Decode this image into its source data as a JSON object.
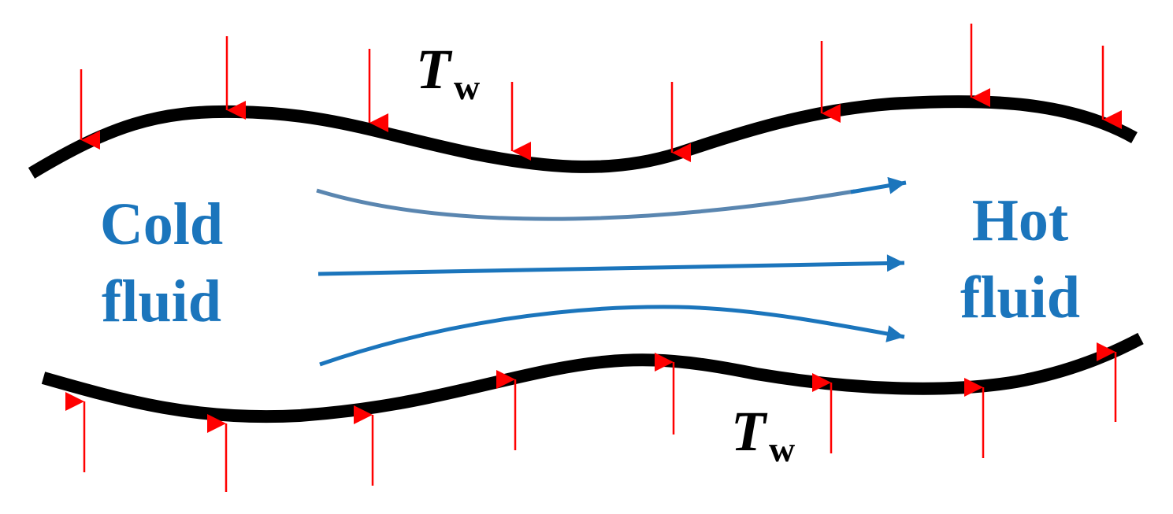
{
  "labels": {
    "inlet_line1": "Cold",
    "inlet_line2": "fluid",
    "outlet_line1": "Hot",
    "outlet_line2": "fluid",
    "wall_temp_symbol": "T",
    "wall_temp_subscript": "w"
  },
  "colors": {
    "wall": "#000000",
    "heat_flux_arrow": "#ff0000",
    "fluid_text": "#1b75bc",
    "streamline_top": "#5a86b0",
    "streamline": "#1b75bc"
  }
}
